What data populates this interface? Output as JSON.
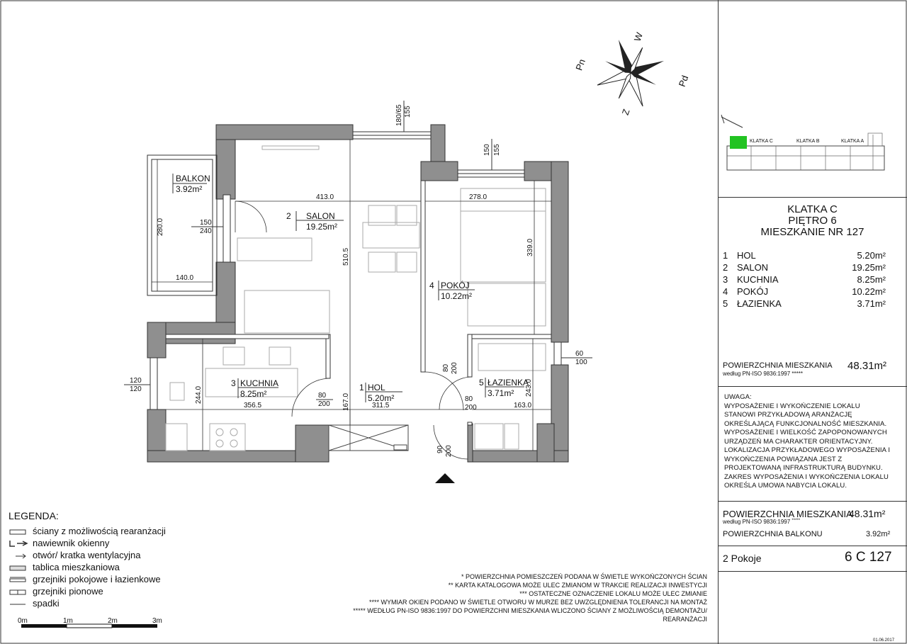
{
  "compass": {
    "n": "Pn",
    "w": "W",
    "pd": "Pd",
    "z": "Z"
  },
  "rooms": [
    {
      "num": "2",
      "name": "SALON",
      "area": "19.25m²"
    },
    {
      "num": "4",
      "name": "POKÓJ",
      "area": "10.22m²"
    },
    {
      "num": "3",
      "name": "KUCHNIA",
      "area": "8.25m²"
    },
    {
      "num": "1",
      "name": "HOL",
      "area": "5.20m²"
    },
    {
      "num": "5",
      "name": "ŁAZIENKA",
      "area": "3.71m²"
    }
  ],
  "balcony": {
    "name": "BALKON",
    "area": "3.92m²"
  },
  "dims": {
    "salon_w": "413.0",
    "salon_h": "510.5",
    "pokoj_w": "278.0",
    "pokoj_h": "339.0",
    "balkon_h": "280.0",
    "balkon_w": "140.0",
    "kuchnia_w": "356.5",
    "kuchnia_h": "244.0",
    "hol_w": "311.5",
    "hol_h": "167.0",
    "laz_w": "163.0",
    "laz_h": "243.0",
    "win_top_a": "180/65",
    "win_top_b": "155",
    "win_top2_a": "150",
    "win_top2_b": "155",
    "balk_door_a": "150",
    "balk_door_b": "240",
    "win_kuch_a": "120",
    "win_kuch_b": "120",
    "win_laz_a": "60",
    "win_laz_b": "100",
    "door_kuch_a": "80",
    "door_kuch_b": "200",
    "door_pok_a": "80",
    "door_pok_b": "200",
    "door_laz_a": "80",
    "door_laz_b": "200",
    "door_main_a": "90",
    "door_main_b": "200"
  },
  "keyplan": {
    "a": "KLATKA C",
    "b": "KLATKA B",
    "c": "KLATKA A"
  },
  "header": {
    "line1": "KLATKA C",
    "line2": "PIĘTRO 6",
    "line3": "MIESZKANIE NR 127"
  },
  "table": [
    {
      "num": "1",
      "name": "HOL",
      "area": "5.20m²"
    },
    {
      "num": "2",
      "name": "SALON",
      "area": "19.25m²"
    },
    {
      "num": "3",
      "name": "KUCHNIA",
      "area": "8.25m²"
    },
    {
      "num": "4",
      "name": "POKÓJ",
      "area": "10.22m²"
    },
    {
      "num": "5",
      "name": "ŁAZIENKA",
      "area": "3.71m²"
    }
  ],
  "area_block": {
    "label": "POWIERZCHNIA MIESZKANIA",
    "sub": "według PN-ISO 9836:1997 *****",
    "value": "48.31m²"
  },
  "note": {
    "title": "UWAGA:",
    "text": "WYPOSAŻENIE I WYKOŃCZENIE LOKALU STANOWI PRZYKŁADOWĄ ARANŻACJĘ OKREŚLAJĄCĄ FUNKCJONALNOŚĆ MIESZKANIA. WYPOSAŻENIE I WIELKOŚĆ ZAPOPONOWANYCH URZĄDZEŃ MA CHARAKTER ORIENTACYJNY. LOKALIZACJA PRZYKŁADOWEGO WYPOSAŻENIA I WYKOŃCZENIA POWIĄZANA JEST Z PROJEKTOWANĄ INFRASTRUKTURĄ BUDYNKU. ZAKRES WYPOSAŻENIA I WYKOŃCZENIA LOKALU OKREŚLA UMOWA NABYCIA LOKALU."
  },
  "summary": {
    "label": "POWIERZCHNIA MIESZKANIA",
    "value": "48.31m²",
    "sub": "według PN-ISO 9836:1997",
    "stars": "*****",
    "balk_label": "POWIERZCHNIA BALKONU",
    "balk_value": "3.92m²",
    "pokoje": "2 Pokoje",
    "code": "6 C 127"
  },
  "legend": {
    "title": "LEGENDA:",
    "items": [
      "ściany z możliwością rearanżacji",
      "nawiewnik okienny",
      "otwór/ kratka wentylacyjna",
      "tablica mieszkaniowa",
      "grzejniki pokojowe i łazienkowe",
      "grzejniki pionowe",
      "spadki"
    ]
  },
  "scale": {
    "t0": "0m",
    "t1": "1m",
    "t2": "2m",
    "t3": "3m"
  },
  "footnotes": [
    "* POWIERZCHNIA POMIESZCZEŃ PODANA W ŚWIETLE WYKOŃCZONYCH ŚCIAN",
    "** KARTA KATALOGOWA MOŻE ULEC ZMIANOM W TRAKCIE REALIZACJI INWESTYCJI",
    "*** OSTATECZNE OZNACZENIE LOKALU MOŻE ULEC ZMIANIE",
    "**** WYMIAR OKIEN PODANO W ŚWIETLE OTWORU W MURZE BEZ UWZGLĘDNIENIA TOLERANCJI NA MONTAŻ",
    "***** WEDŁUG PN-ISO 9836:1997 DO POWIERZCHNI MIESZKANIA WLICZONO ŚCIANY Z MOŻLIWOŚCIĄ DEMONTAŻU/",
    "REARANŻACJI"
  ],
  "date": "01.06.2017",
  "colors": {
    "wall": "#8f8f8f",
    "keyplan_highlight": "#22c322"
  }
}
